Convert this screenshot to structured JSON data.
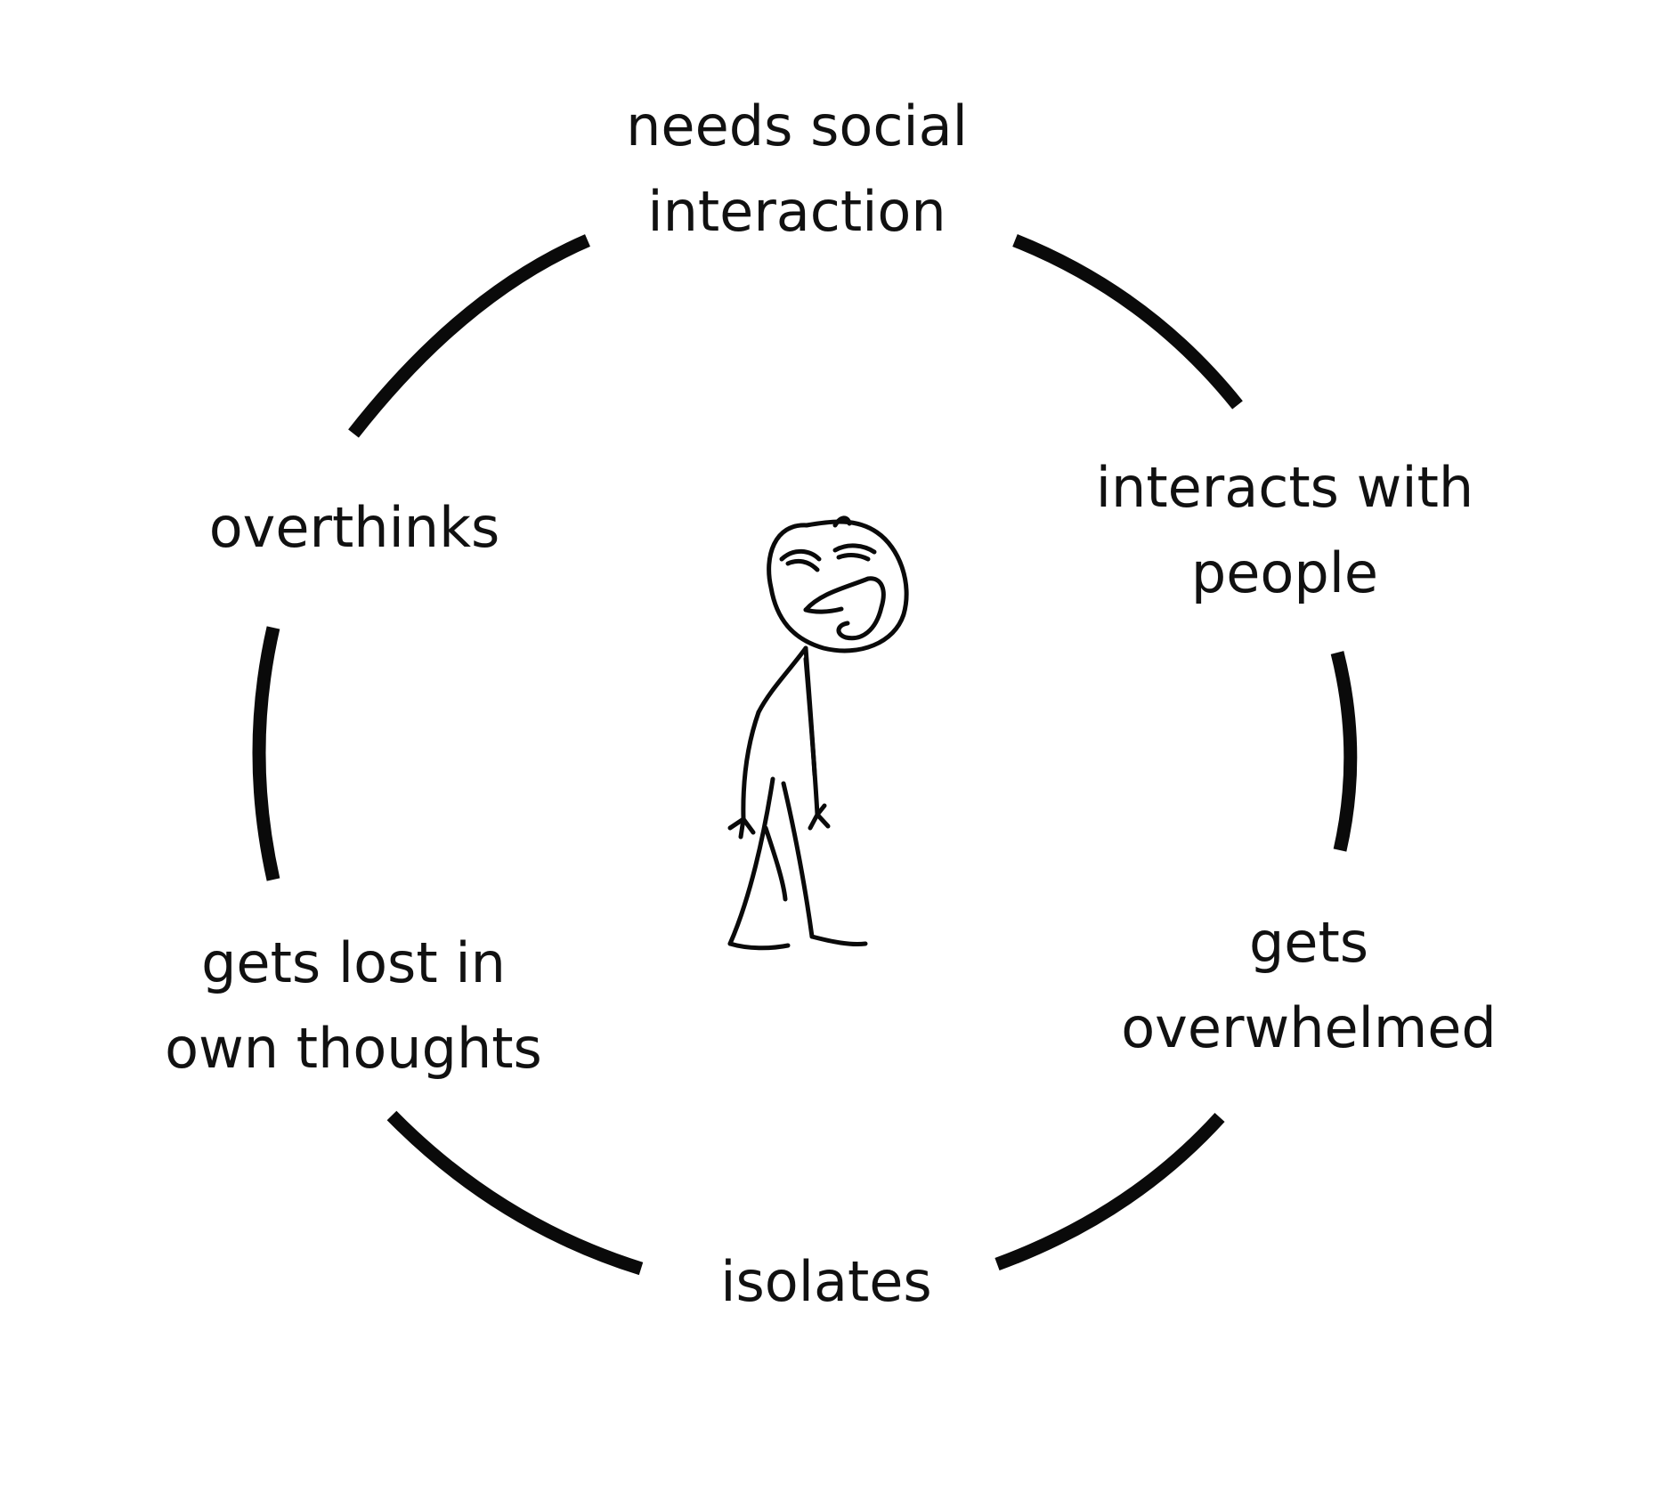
{
  "diagram": {
    "type": "cycle",
    "nodes": [
      {
        "id": "needs-social-interaction",
        "lines": [
          "needs social",
          "interaction"
        ]
      },
      {
        "id": "interacts-with-people",
        "lines": [
          "interacts with",
          "people"
        ]
      },
      {
        "id": "gets-overwhelmed",
        "lines": [
          "gets",
          "overwhelmed"
        ]
      },
      {
        "id": "isolates",
        "lines": [
          "isolates"
        ]
      },
      {
        "id": "gets-lost-in-own-thoughts",
        "lines": [
          "gets lost in",
          "own thoughts"
        ]
      },
      {
        "id": "overthinks",
        "lines": [
          "overthinks"
        ]
      }
    ],
    "edges": [
      {
        "from": "needs-social-interaction",
        "to": "interacts-with-people"
      },
      {
        "from": "interacts-with-people",
        "to": "gets-overwhelmed"
      },
      {
        "from": "gets-overwhelmed",
        "to": "isolates"
      },
      {
        "from": "isolates",
        "to": "gets-lost-in-own-thoughts"
      },
      {
        "from": "gets-lost-in-own-thoughts",
        "to": "overthinks"
      },
      {
        "from": "overthinks",
        "to": "needs-social-interaction"
      }
    ],
    "center_figure": "stick-figure-sad-smile",
    "colors": {
      "ink": "#0a0a0a",
      "background": "#ffffff"
    }
  }
}
